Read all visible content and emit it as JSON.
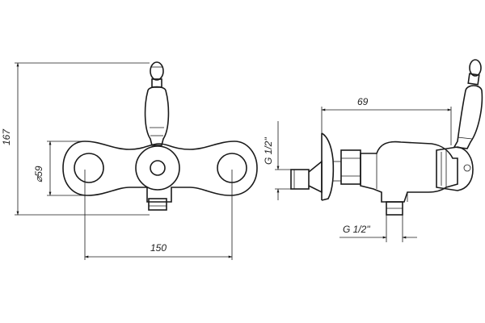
{
  "dimensions": {
    "height_total": "167",
    "body_diameter": "⌀59",
    "width_total": "150",
    "depth": "69",
    "thread_top": "G 1/2\"",
    "thread_bottom": "G 1/2\""
  }
}
